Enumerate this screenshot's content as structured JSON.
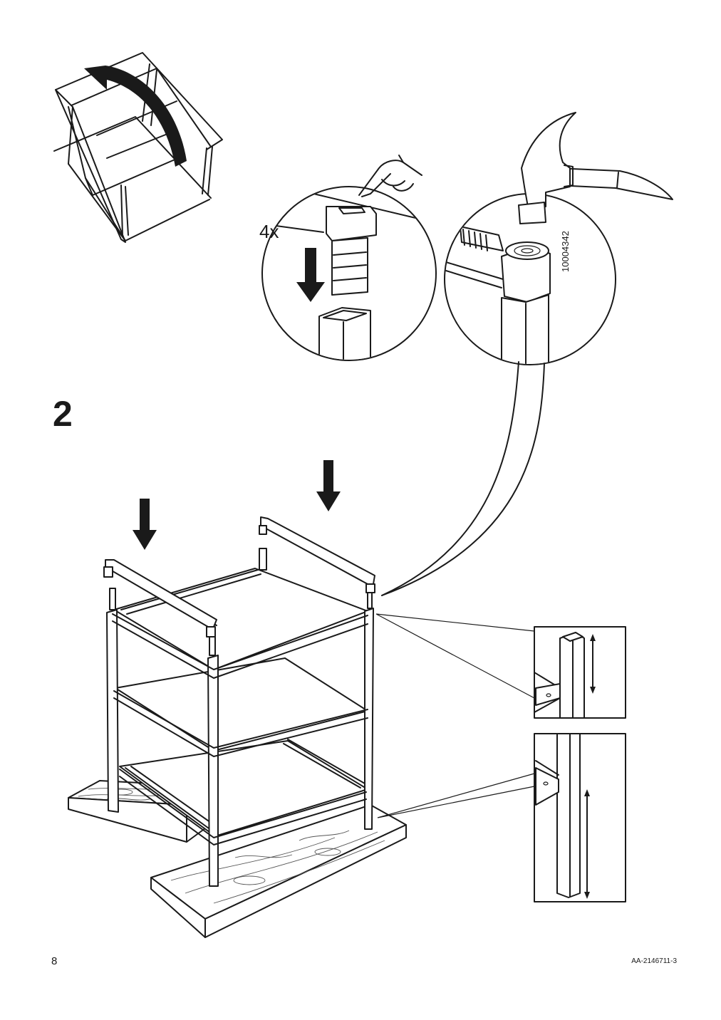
{
  "page": {
    "step_number": "2",
    "quantity_label": "4x",
    "part_number": "10004342",
    "page_number": "8",
    "document_code": "AA-2146711-3"
  },
  "icons": {
    "flip": "curved-arrow-icon",
    "press": "pointing-hand-icon",
    "insert": "down-arrow-icon",
    "tap": "hammer-icon"
  },
  "colors": {
    "ink": "#1a1a1a",
    "background": "#ffffff"
  }
}
